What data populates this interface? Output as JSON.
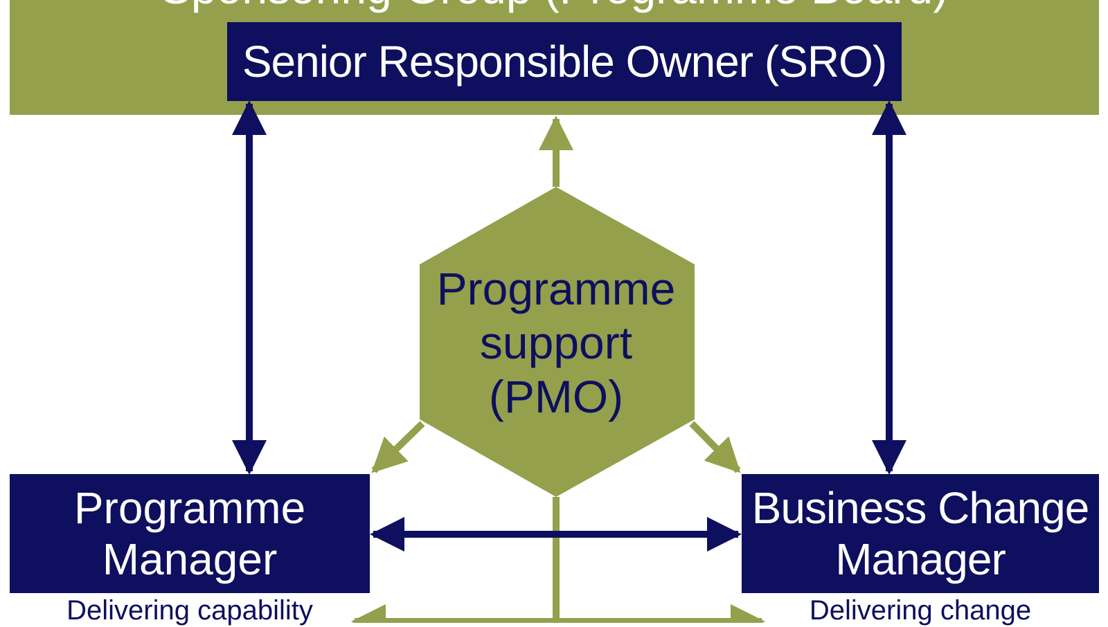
{
  "sponsoring_group": {
    "title": "Sponsoring Group (Programme Board)"
  },
  "sro": {
    "label": "Senior Responsible Owner (SRO)"
  },
  "pmo": {
    "lines": [
      "Programme",
      "support",
      "(PMO)"
    ]
  },
  "programme_manager": {
    "lines": [
      "Programme",
      "Manager"
    ],
    "caption": "Delivering capability"
  },
  "business_change_manager": {
    "lines": [
      "Business Change",
      "Manager"
    ],
    "caption": "Delivering change"
  },
  "colors": {
    "olive": "#94a04c",
    "navy": "#0e0f5e",
    "background": "#ffffff"
  }
}
